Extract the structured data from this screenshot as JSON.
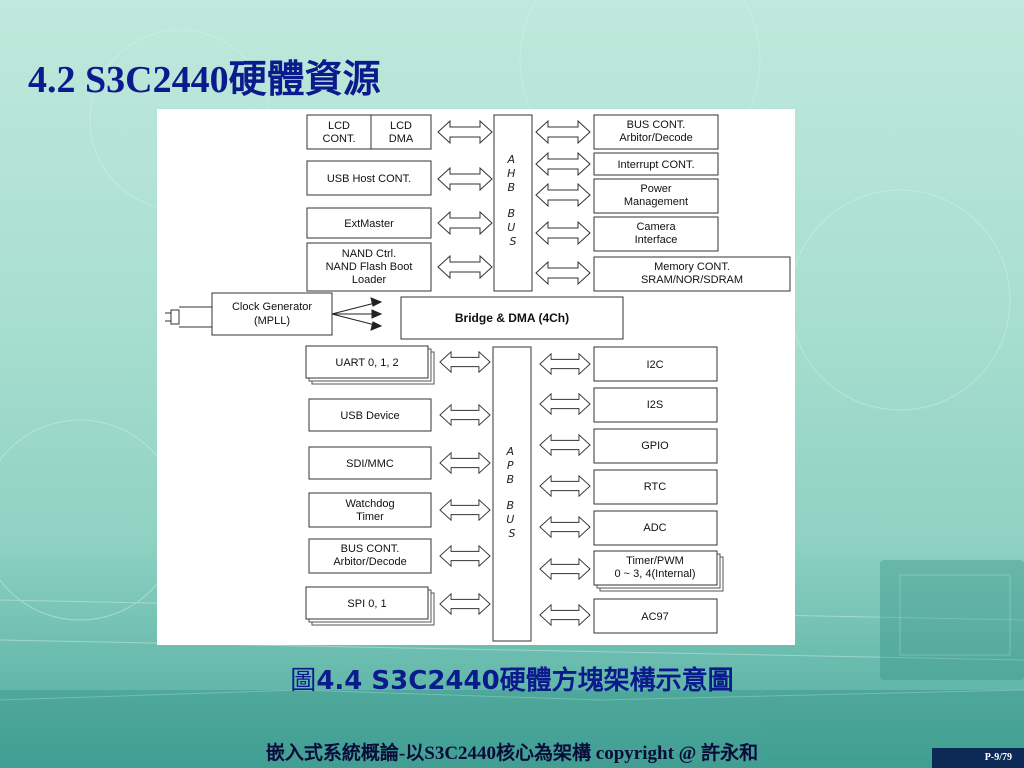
{
  "slide": {
    "title": "4.2 S3C2440硬體資源",
    "caption_fig": "圖",
    "caption_rest": "4.4 S3C2440硬體方塊架構示意圖",
    "footer": "嵌入式系統概論-以S3C2440核心為架構 copyright @ 許永和",
    "page_number": "P-9/79"
  },
  "diagram": {
    "ahb_left": {
      "lcd_cont": [
        "LCD",
        "CONT."
      ],
      "lcd_dma": [
        "LCD",
        "DMA"
      ],
      "usb_host": "USB Host CONT.",
      "extmaster": "ExtMaster",
      "nand": [
        "NAND Ctrl.",
        "NAND Flash Boot",
        "Loader"
      ]
    },
    "ahb_bus": [
      "A",
      "H",
      "B",
      "B",
      "U",
      "S"
    ],
    "ahb_right": {
      "bus_cont": [
        "BUS CONT.",
        "Arbitor/Decode"
      ],
      "interrupt": "Interrupt CONT.",
      "power": [
        "Power",
        "Management"
      ],
      "camera": [
        "Camera",
        "Interface"
      ],
      "memory": [
        "Memory CONT.",
        "SRAM/NOR/SDRAM"
      ]
    },
    "clock": [
      "Clock Generator",
      "(MPLL)"
    ],
    "bridge": "Bridge & DMA (4Ch)",
    "apb_left": {
      "uart": "UART 0, 1, 2",
      "usb_device": "USB Device",
      "sdi": "SDI/MMC",
      "watchdog": [
        "Watchdog",
        "Timer"
      ],
      "bus_cont": [
        "BUS CONT.",
        "Arbitor/Decode"
      ],
      "spi": "SPI 0, 1"
    },
    "apb_bus": [
      "A",
      "P",
      "B",
      "B",
      "U",
      "S"
    ],
    "apb_right": {
      "i2c": "I2C",
      "i2s": "I2S",
      "gpio": "GPIO",
      "rtc": "RTC",
      "adc": "ADC",
      "timer": [
        "Timer/PWM",
        "0 ~ 3, 4(Internal)"
      ],
      "ac97": "AC97"
    }
  }
}
